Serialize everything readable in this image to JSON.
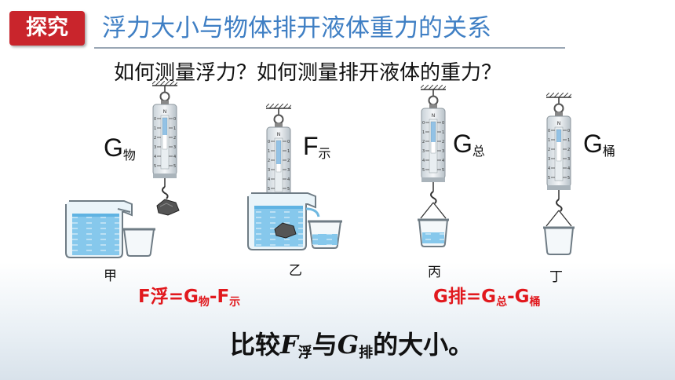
{
  "header": {
    "badge": "探究",
    "title": "浮力大小与物体排开液体重力的关系"
  },
  "question": "如何测量浮力？如何测量排开液体的重力？",
  "readings": [
    {
      "main": "G",
      "sub": "物"
    },
    {
      "main": "F",
      "sub": "示"
    },
    {
      "main": "G",
      "sub": "总"
    },
    {
      "main": "G",
      "sub": "桶"
    }
  ],
  "captions": [
    "甲",
    "乙",
    "丙",
    "丁"
  ],
  "formula_buoyancy": {
    "lhs_main": "F",
    "lhs_sub": "浮",
    "eq": "=",
    "t1_main": "G",
    "t1_sub": "物",
    "op": "-",
    "t2_main": "F",
    "t2_sub": "示"
  },
  "formula_displaced": {
    "lhs_main": "G",
    "lhs_sub": "排",
    "eq": "=",
    "t1_main": "G",
    "t1_sub": "总",
    "op": "-",
    "t2_main": "G",
    "t2_sub": "桶"
  },
  "compare": {
    "pre": "比较",
    "a_main": "F",
    "a_sub": "浮",
    "mid": "与",
    "b_main": "G",
    "b_sub": "排",
    "post": "的大小。"
  },
  "scale_marks": [
    "N",
    "0",
    "1",
    "2",
    "3",
    "4",
    "5"
  ],
  "colors": {
    "badge": "#c9252c",
    "title": "#3f7fc4",
    "formula": "#e1181d",
    "water": "#7fc4ea"
  }
}
